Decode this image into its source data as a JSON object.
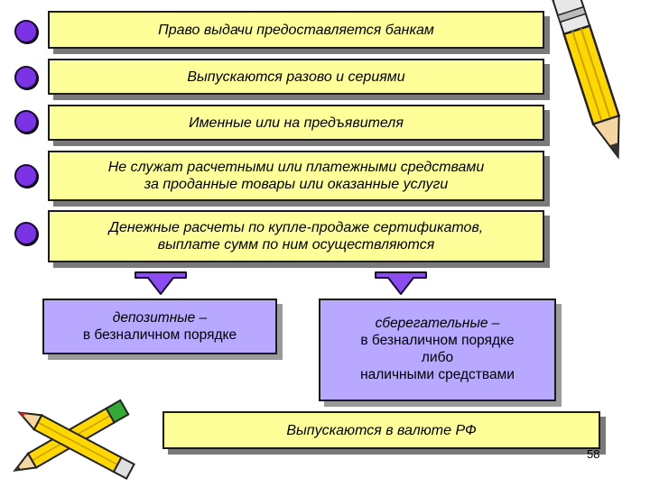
{
  "rows": [
    {
      "text": "Право выдачи предоставляется банкам"
    },
    {
      "text": "Выпускаются разово и сериями"
    },
    {
      "text": "Именные или на предъявителя"
    },
    {
      "line1": "Не служат расчетными или платежными средствами",
      "line2": "за проданные товары или оказанные услуги"
    },
    {
      "line1": "Денежные расчеты по купле-продаже сертификатов,",
      "line2": "выплате сумм по ним осуществляются"
    }
  ],
  "deposit": {
    "title": "депозитные –",
    "line2": "в безналичном порядке"
  },
  "savings": {
    "title": "сберегательные –",
    "line2": "в безналичном порядке",
    "line3": "либо",
    "line4": "наличными средствами"
  },
  "bottom": {
    "text": "Выпускаются в валюте РФ"
  },
  "page_number": "58",
  "colors": {
    "yellow_box": "#ffff99",
    "purple_box": "#b8a8ff",
    "bullet": "#7b33e6"
  },
  "icons": [
    "bullet-dot",
    "pencil",
    "arrow-down"
  ]
}
